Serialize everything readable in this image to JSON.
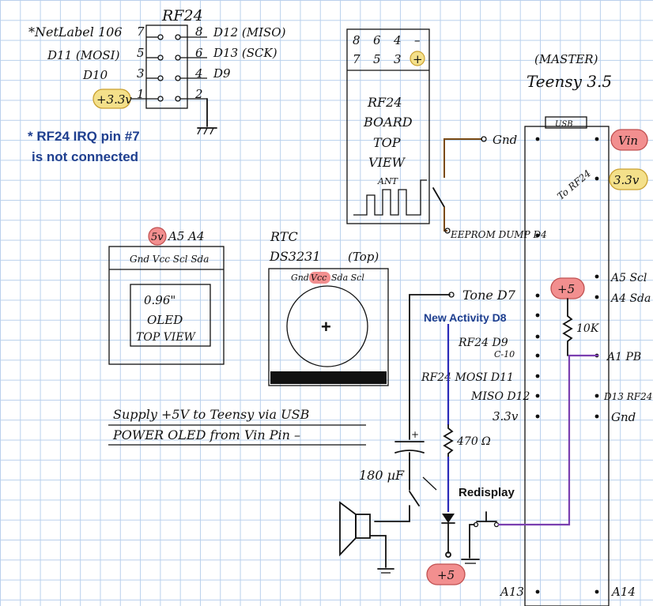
{
  "colors": {
    "grid": "#b9d0ec",
    "ink": "#111111",
    "note_blue": "#1f3f8f",
    "wire_blue": "#2a2ab8",
    "wire_purple": "#7a3fb0",
    "wire_brown": "#7a4a14",
    "badge_red": "#f28f8f",
    "badge_yellow": "#f4e08a"
  },
  "rf24_header": {
    "title": "RF24",
    "netlabel": "*NetLabel 106",
    "left_pins": [
      "7",
      "5",
      "3",
      "1"
    ],
    "right_pins": [
      "8",
      "6",
      "4",
      "2"
    ],
    "left_labels": [
      "D11 (MOSI)",
      "D10"
    ],
    "right_labels": [
      "D12 (MISO)",
      "D13 (SCK)",
      "D9"
    ],
    "supply_badge": "+3.3v"
  },
  "irq_note": {
    "line1": "* RF24 IRQ pin #7",
    "line2": "is not connected"
  },
  "rf24_board": {
    "pins_top": [
      "8",
      "6",
      "4",
      "–"
    ],
    "pins_bottom": [
      "7",
      "5",
      "3",
      "+"
    ],
    "label_lines": [
      "RF24",
      "BOARD",
      "TOP",
      "VIEW"
    ],
    "antenna_label": "ANT"
  },
  "teensy": {
    "role": "(MASTER)",
    "title": "Teensy 3.5",
    "usb_label": "USB",
    "left_pins": [
      "Gnd",
      "EEPROM DUMP D4",
      "Tone D7",
      "New Activity D8",
      "RF24 D9",
      "C-10",
      "RF24 MOSI D11",
      "MISO D12",
      "3.3v",
      "A13"
    ],
    "right_pins": [
      "Vin",
      "3.3v",
      "A5 Scl",
      "A4 Sda",
      "A1 PB",
      "D13 RF24",
      "Gnd",
      "A14"
    ],
    "to_rf24": "To RF24",
    "vin_badge": "Vin",
    "v33_badge": "3.3v"
  },
  "oled": {
    "header_top": "A5 A4",
    "header_badge": "5v",
    "pins": "Gnd Vcc Scl Sda",
    "line1": "0.96\"",
    "line2": "OLED",
    "line3": "TOP VIEW"
  },
  "rtc": {
    "title": "RTC",
    "part": "DS3231",
    "top": "(Top)",
    "pins_gnd": "Gnd",
    "pins_vcc": "Vcc",
    "pins_rest": "Sda Scl"
  },
  "components": {
    "pullup_badge": "+5",
    "resistor_10k": "10K",
    "resistor_470": "470 Ω",
    "capacitor": "180 µF",
    "cap_plus": "+",
    "switch_label": "Redisplay",
    "led_supply_badge": "+5"
  },
  "notes": {
    "line1": "Supply +5V to Teensy via USB",
    "line2": "POWER OLED from Vin Pin –"
  }
}
